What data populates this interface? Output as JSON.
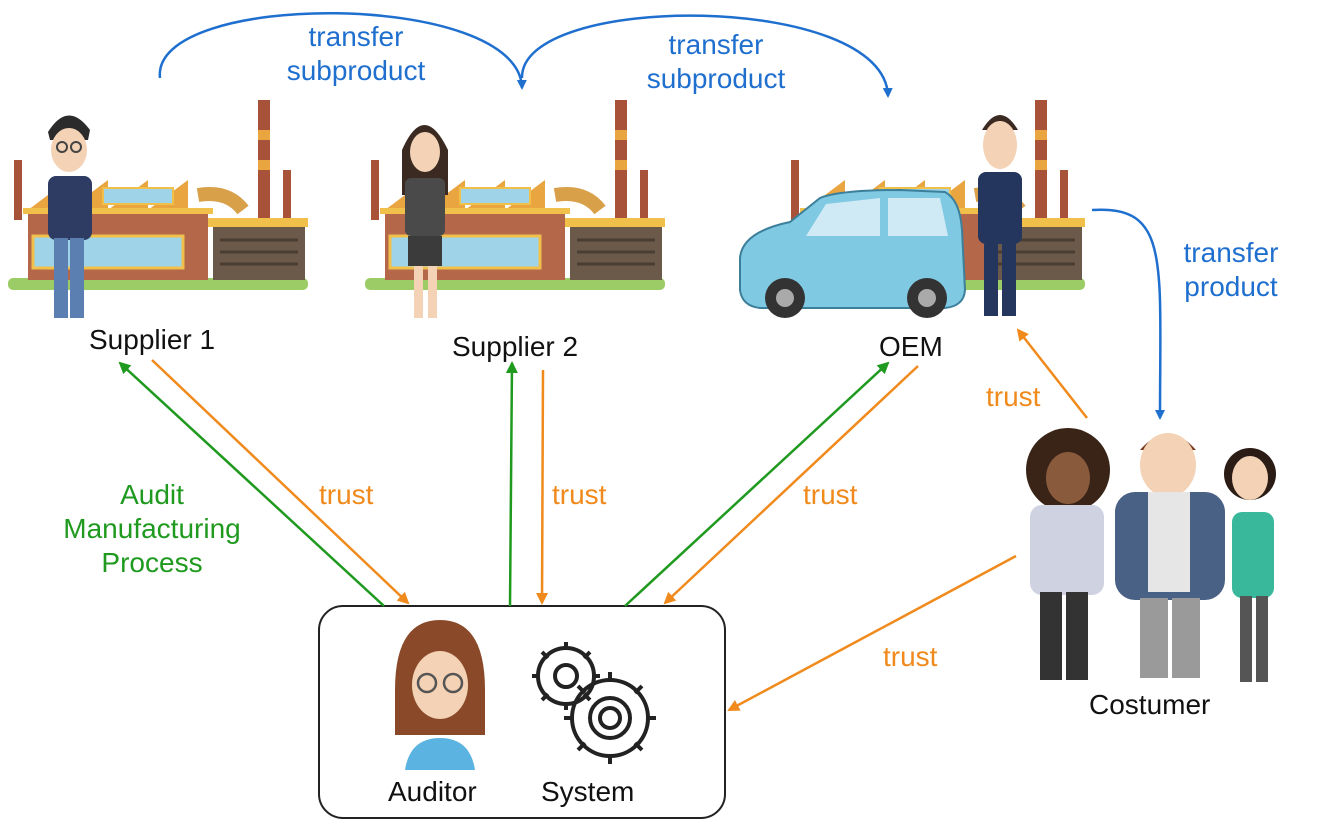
{
  "colors": {
    "transfer": "#1f6fcf",
    "trust": "#f08a1c",
    "audit": "#1f9a1f",
    "text": "#111111"
  },
  "nodes": {
    "supplier1": "Supplier 1",
    "supplier2": "Supplier 2",
    "oem": "OEM",
    "costumer": "Costumer",
    "auditor": "Auditor",
    "system": "System"
  },
  "edges": {
    "transfer1": {
      "line1": "transfer",
      "line2": "subproduct"
    },
    "transfer2": {
      "line1": "transfer",
      "line2": "subproduct"
    },
    "transfer3": {
      "line1": "transfer",
      "line2": "product"
    },
    "trust_supplier1": "trust",
    "trust_supplier2": "trust",
    "trust_oem": "trust",
    "trust_costumer_oem": "trust",
    "trust_costumer_auditor": "trust",
    "audit": {
      "line1": "Audit",
      "line2": "Manufacturing",
      "line3": "Process"
    }
  },
  "icons": [
    "factory-icon",
    "person-icon",
    "car-icon",
    "gears-icon",
    "group-icon"
  ]
}
